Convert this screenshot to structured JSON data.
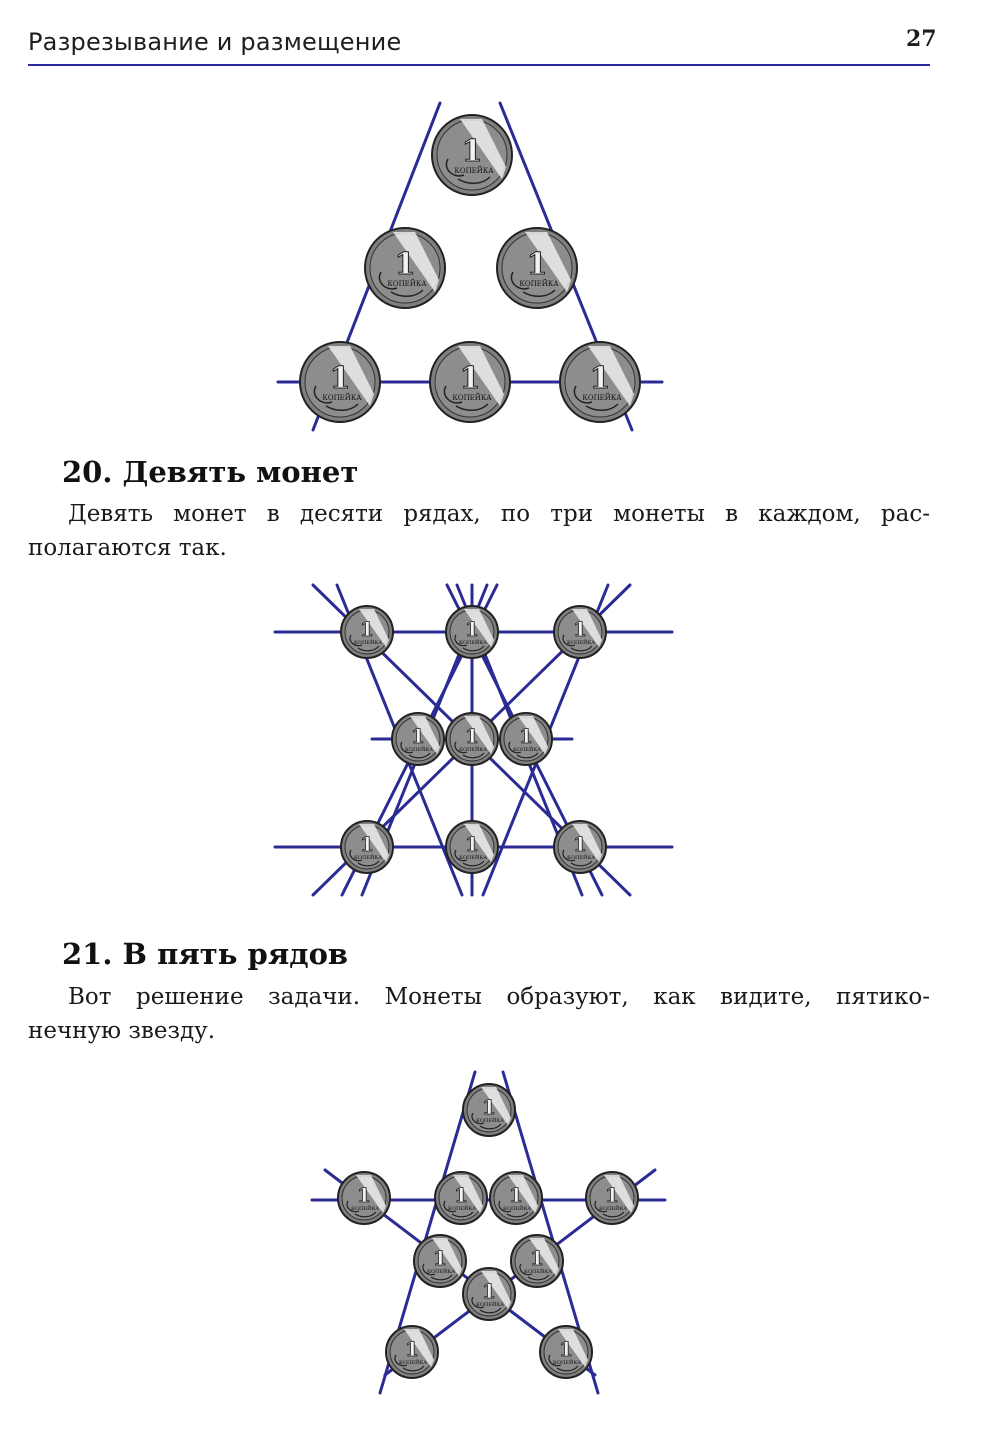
{
  "header": {
    "title": "Разрезывание и размещение",
    "page_number": "27"
  },
  "coin": {
    "denomination": "1",
    "label": "КОПЕЙКА"
  },
  "problem_20": {
    "heading": "20. Девять монет",
    "text_first": "Девять монет в десяти рядах, по три монеты в каждом, рас-",
    "text_rest": "полагаются так."
  },
  "problem_21": {
    "heading": "21. В пять рядов",
    "text_first": "Вот решение задачи. Монеты образуют, как видите, пятико-",
    "text_rest": "нечную звезду."
  },
  "colors": {
    "line": "#2b2b95",
    "coin_fill": "#8a8a8a",
    "coin_highlight": "#e6e6e6"
  }
}
